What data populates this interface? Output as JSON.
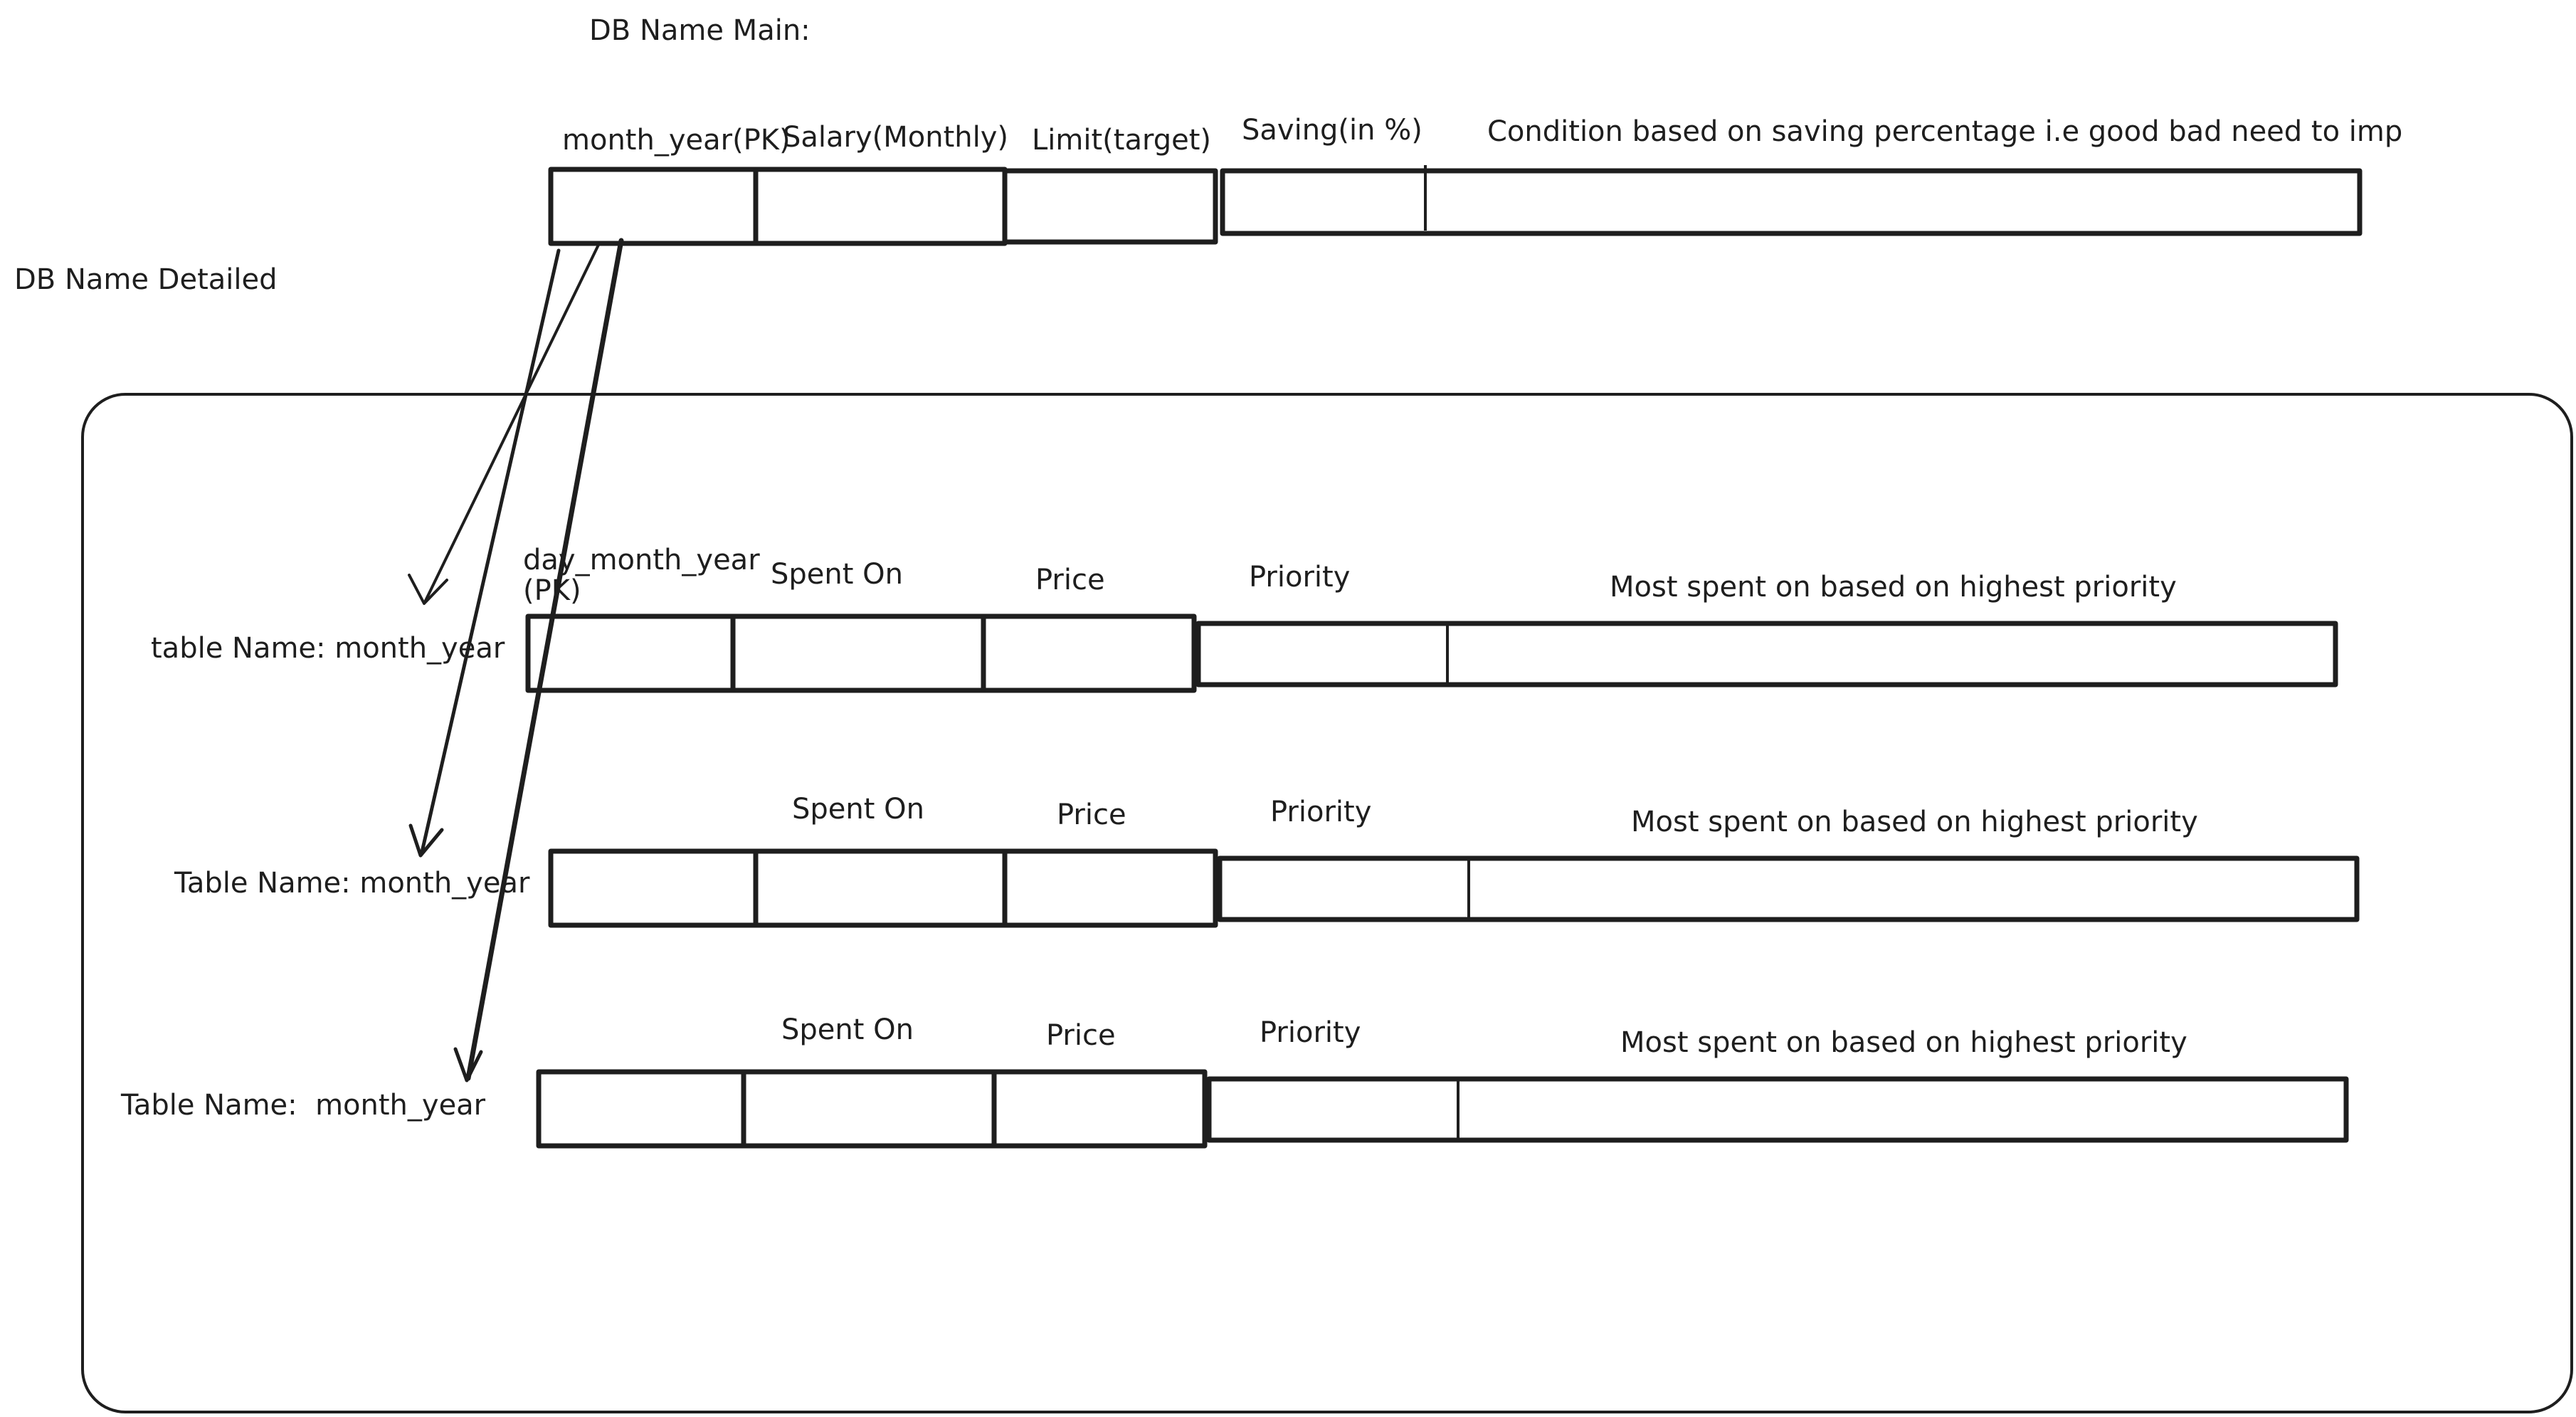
{
  "main_db": {
    "title": "DB Name Main:",
    "columns": [
      "month_year(PK)",
      "Salary(Monthly)",
      "Limit(target)",
      "Saving(in %)",
      "Condition based on saving percentage i.e good bad need to imp"
    ]
  },
  "detailed_db": {
    "title": "DB Name Detailed",
    "tables": [
      {
        "name": "table Name: month_year",
        "columns": [
          "day_month_year",
          "Spent On",
          "Price",
          "Priority",
          "Most spent on based on highest priority"
        ],
        "column1_extra": "(PK)"
      },
      {
        "name": "Table Name: month_year",
        "columns": [
          "",
          "Spent On",
          "Price",
          "Priority",
          "Most spent on based on highest priority"
        ]
      },
      {
        "name": "Table Name:  month_year",
        "columns": [
          "",
          "Spent On",
          "Price",
          "Priority",
          "Most spent on based on highest priority"
        ]
      }
    ]
  },
  "colors": {
    "stroke": "#1e1e1e",
    "background": "#ffffff"
  }
}
